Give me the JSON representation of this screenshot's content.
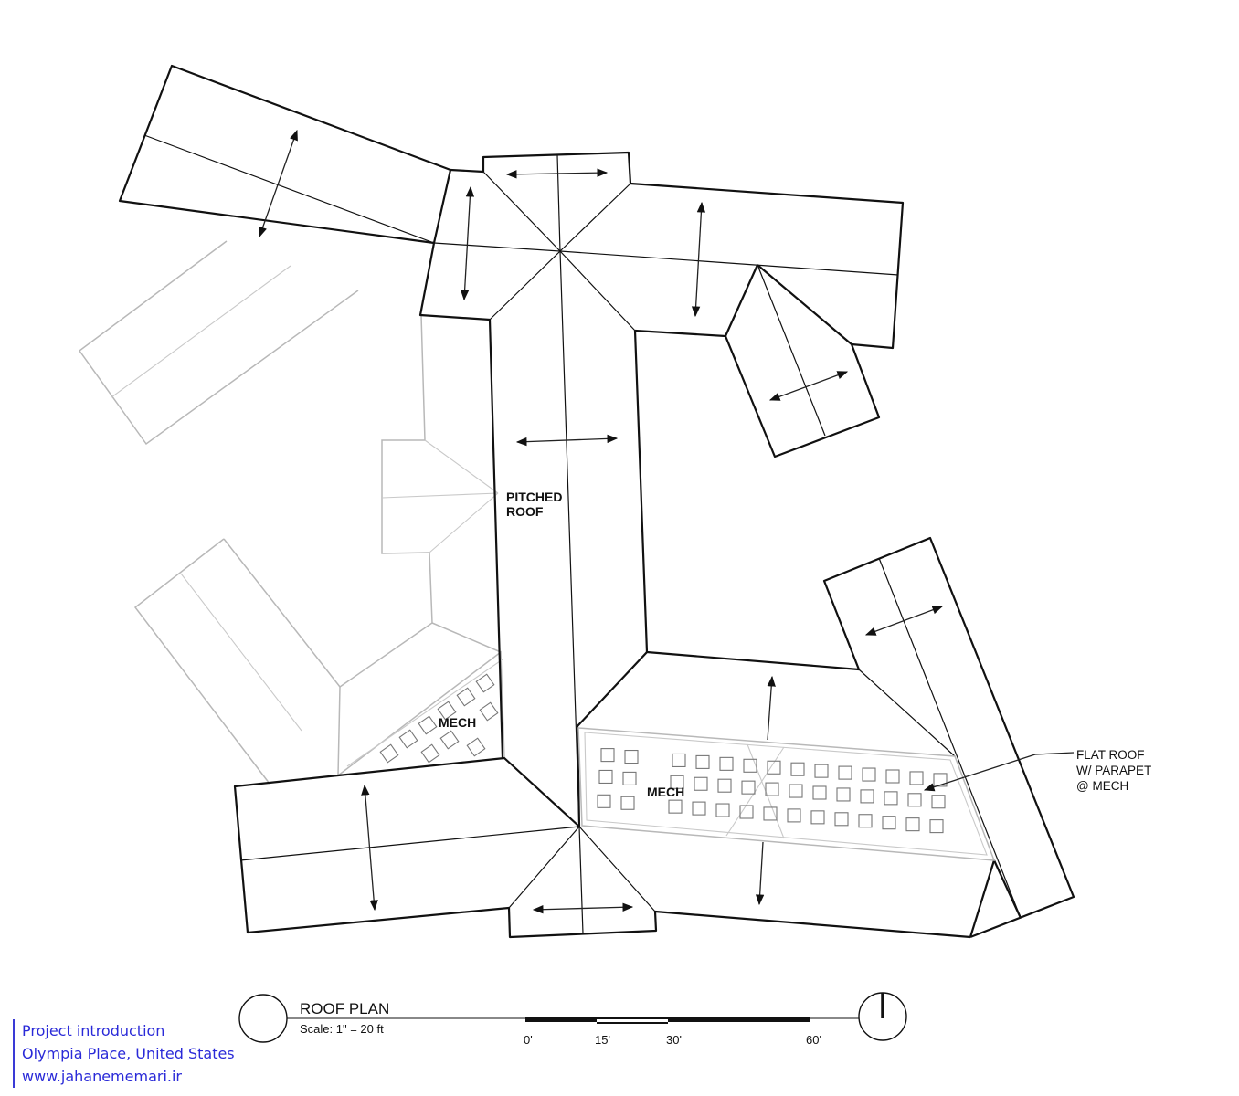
{
  "labels": {
    "pitched_roof_line1": "PITCHED",
    "pitched_roof_line2": "ROOF",
    "mech_left": "MECH",
    "mech_right": "MECH",
    "flat_roof_line1": "FLAT ROOF",
    "flat_roof_line2": "W/ PARAPET",
    "flat_roof_line3": "@ MECH"
  },
  "title_block": {
    "title": "ROOF PLAN",
    "scale": "Scale: 1\" = 20 ft"
  },
  "scale_bar": {
    "ticks": [
      "0'",
      "15'",
      "30'",
      "60'"
    ]
  },
  "credits": {
    "line1": "Project introduction",
    "line2": "Olympia Place, United States",
    "line3": "www.jahanememari.ir"
  },
  "colors": {
    "linework": "#111111",
    "ghost": "#b8b8b8",
    "credit_text": "#2a2ad8"
  }
}
